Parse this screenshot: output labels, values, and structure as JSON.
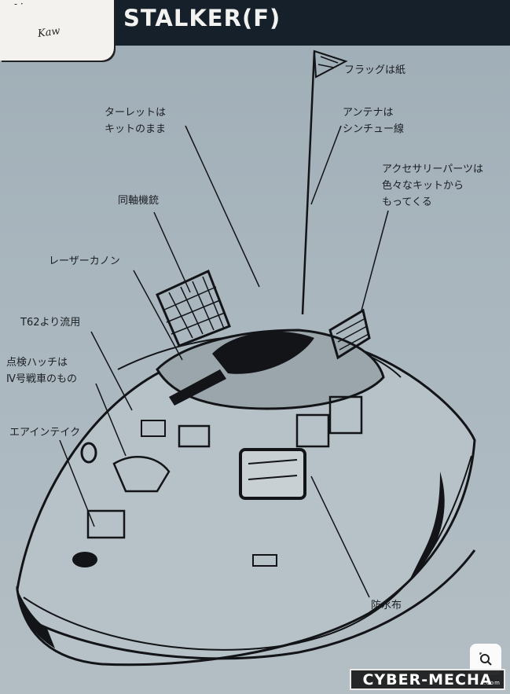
{
  "header": {
    "title": "STALKER(F)",
    "corner_marks": "- ·",
    "signature": "Kaw"
  },
  "labels": {
    "flag": "フラッグは紙",
    "antenna": [
      "アンテナは",
      "シンチュー線"
    ],
    "turret": [
      "ターレットは",
      "キットのまま"
    ],
    "accessory": [
      "アクセサリーパーツは",
      "色々なキットから",
      "もってくる"
    ],
    "coaxial_mg": "同軸機銃",
    "laser_cannon": "レーザーカノン",
    "t62": "T62より流用",
    "hatch": [
      "点検ハッチは",
      "Ⅳ号戦車のもの"
    ],
    "air_intake": "エアインテイク",
    "tarp": "防水布"
  },
  "watermark": {
    "text": "CYBER-MECHA",
    "suffix": ".com"
  },
  "colors": {
    "header_bg": "#16202b",
    "paper": "#a9b6be",
    "ink": "#121417"
  },
  "icons": {
    "search": "image-search-icon"
  }
}
